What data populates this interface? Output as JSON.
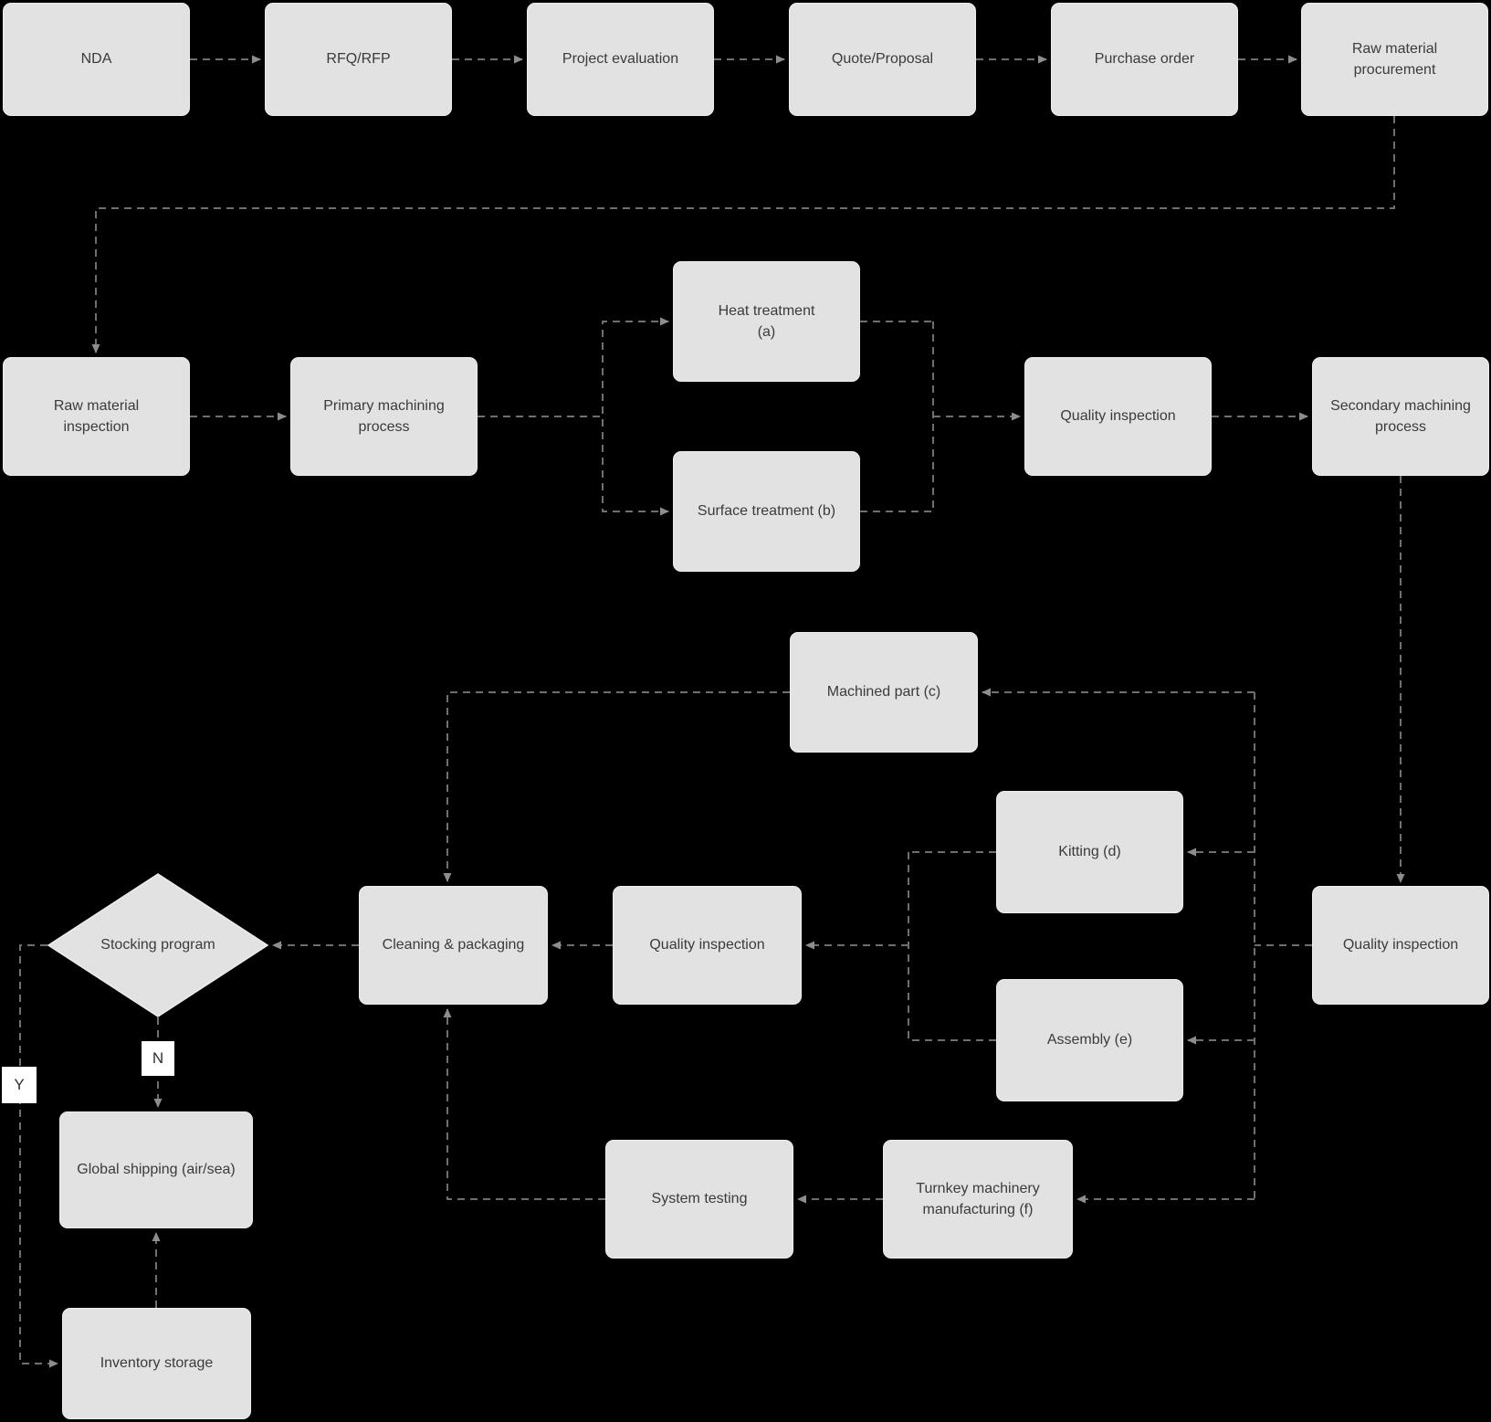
{
  "diagram": {
    "colors": {
      "background": "#000000",
      "node_fill": "#e2e2e2",
      "node_border": "#ededed",
      "node_text": "#3b3b3b",
      "connector": "#6f6f6f",
      "arrowhead": "#8d8d8d",
      "edge_label_bg": "#ffffff"
    },
    "nodes": [
      {
        "id": "nda",
        "shape": "rect",
        "label": "NDA"
      },
      {
        "id": "rfq-rfp",
        "shape": "rect",
        "label": "RFQ/RFP"
      },
      {
        "id": "project-evaluation",
        "shape": "rect",
        "label": "Project evaluation"
      },
      {
        "id": "quote-proposal",
        "shape": "rect",
        "label": "Quote/Proposal"
      },
      {
        "id": "purchase-order",
        "shape": "rect",
        "label": "Purchase order"
      },
      {
        "id": "raw-material-procurement",
        "shape": "rect",
        "label": "Raw material\nprocurement"
      },
      {
        "id": "raw-material-inspection",
        "shape": "rect",
        "label": "Raw material\ninspection"
      },
      {
        "id": "primary-machining",
        "shape": "rect",
        "label": "Primary machining\nprocess"
      },
      {
        "id": "heat-treatment",
        "shape": "rect",
        "label": "Heat treatment\n(a)"
      },
      {
        "id": "surface-treatment",
        "shape": "rect",
        "label": "Surface treatment (b)"
      },
      {
        "id": "quality-inspection-1",
        "shape": "rect",
        "label": "Quality inspection"
      },
      {
        "id": "secondary-machining",
        "shape": "rect",
        "label": "Secondary machining\nprocess"
      },
      {
        "id": "machined-part",
        "shape": "rect",
        "label": "Machined part (c)"
      },
      {
        "id": "kitting",
        "shape": "rect",
        "label": "Kitting (d)"
      },
      {
        "id": "stocking-program",
        "shape": "diamond",
        "label": "Stocking program"
      },
      {
        "id": "cleaning-packaging",
        "shape": "rect",
        "label": "Cleaning & packaging"
      },
      {
        "id": "quality-inspection-2",
        "shape": "rect",
        "label": "Quality inspection"
      },
      {
        "id": "quality-inspection-3",
        "shape": "rect",
        "label": "Quality inspection"
      },
      {
        "id": "assembly",
        "shape": "rect",
        "label": "Assembly (e)"
      },
      {
        "id": "system-testing",
        "shape": "rect",
        "label": "System testing"
      },
      {
        "id": "turnkey-manufacturing",
        "shape": "rect",
        "label": "Turnkey machinery\nmanufacturing (f)"
      },
      {
        "id": "global-shipping",
        "shape": "rect",
        "label": "Global shipping (air/sea)"
      },
      {
        "id": "inventory-storage",
        "shape": "rect",
        "label": "Inventory storage"
      }
    ],
    "edge_labels": {
      "no": "N",
      "yes": "Y"
    },
    "edges": [
      {
        "from": "nda",
        "to": "rfq-rfp"
      },
      {
        "from": "rfq-rfp",
        "to": "project-evaluation"
      },
      {
        "from": "project-evaluation",
        "to": "quote-proposal"
      },
      {
        "from": "quote-proposal",
        "to": "purchase-order"
      },
      {
        "from": "purchase-order",
        "to": "raw-material-procurement"
      },
      {
        "from": "raw-material-procurement",
        "to": "raw-material-inspection"
      },
      {
        "from": "raw-material-inspection",
        "to": "primary-machining"
      },
      {
        "from": "primary-machining",
        "to": "heat-treatment"
      },
      {
        "from": "primary-machining",
        "to": "surface-treatment"
      },
      {
        "from": "heat-treatment",
        "to": "quality-inspection-1"
      },
      {
        "from": "surface-treatment",
        "to": "quality-inspection-1"
      },
      {
        "from": "quality-inspection-1",
        "to": "secondary-machining"
      },
      {
        "from": "secondary-machining",
        "to": "quality-inspection-3"
      },
      {
        "from": "quality-inspection-3",
        "to": "machined-part"
      },
      {
        "from": "quality-inspection-3",
        "to": "kitting"
      },
      {
        "from": "quality-inspection-3",
        "to": "assembly"
      },
      {
        "from": "quality-inspection-3",
        "to": "turnkey-manufacturing"
      },
      {
        "from": "machined-part",
        "to": "cleaning-packaging"
      },
      {
        "from": "kitting",
        "to": "quality-inspection-2"
      },
      {
        "from": "assembly",
        "to": "quality-inspection-2"
      },
      {
        "from": "quality-inspection-2",
        "to": "cleaning-packaging"
      },
      {
        "from": "turnkey-manufacturing",
        "to": "system-testing"
      },
      {
        "from": "system-testing",
        "to": "cleaning-packaging"
      },
      {
        "from": "cleaning-packaging",
        "to": "stocking-program"
      },
      {
        "from": "stocking-program",
        "to": "global-shipping",
        "label": "N"
      },
      {
        "from": "stocking-program",
        "to": "inventory-storage",
        "label": "Y"
      },
      {
        "from": "inventory-storage",
        "to": "global-shipping"
      }
    ]
  }
}
